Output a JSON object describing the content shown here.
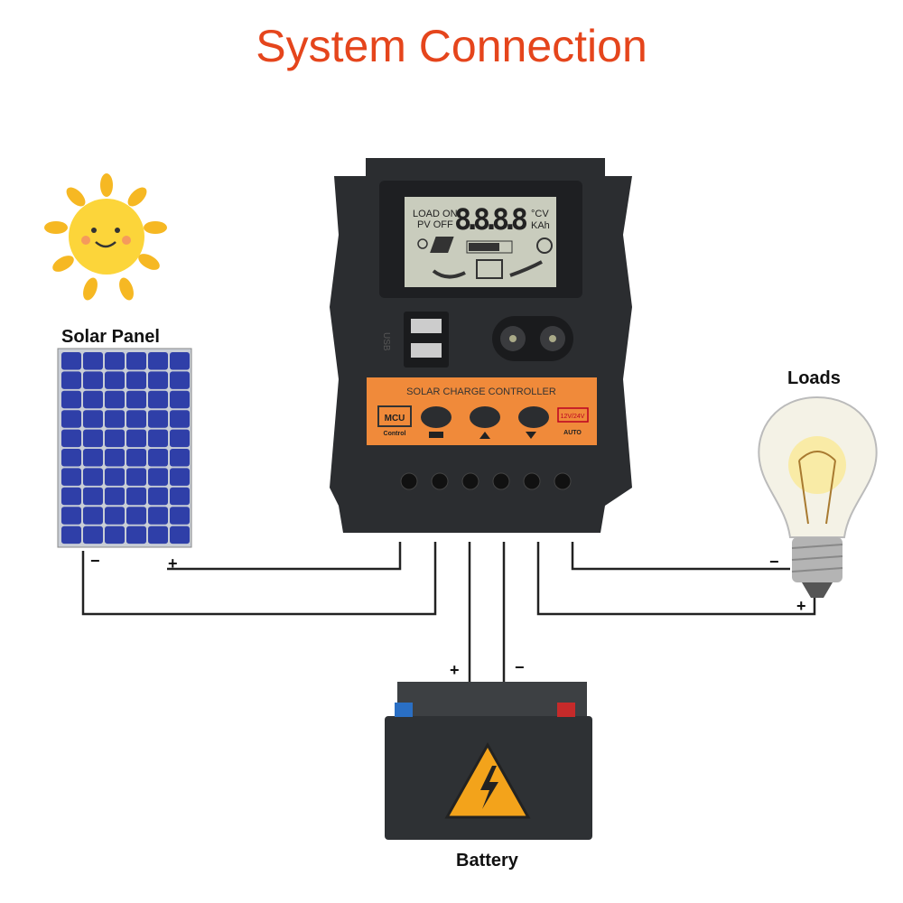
{
  "title": "System Connection",
  "labels": {
    "solar_panel": "Solar Panel",
    "loads": "Loads",
    "battery": "Battery"
  },
  "controller": {
    "lcd_load_on": "LOAD ON",
    "lcd_pv_off": "PV OFF",
    "lcd_digits": "8.8.8.8",
    "lcd_unit_top": "°CV",
    "lcd_unit_bottom": "KAh",
    "usb": "USB",
    "panel_title": "SOLAR CHARGE CONTROLLER",
    "mcu": "MCU",
    "mcu_sub": "Control",
    "voltage": "12V/24V",
    "auto": "AUTO"
  },
  "polarity": {
    "plus": "+",
    "minus": "−"
  },
  "colors": {
    "title": "#e5451c",
    "orange": "#f08a3a",
    "controller": "#2b2d30",
    "lcd": "#c9ccbd"
  }
}
